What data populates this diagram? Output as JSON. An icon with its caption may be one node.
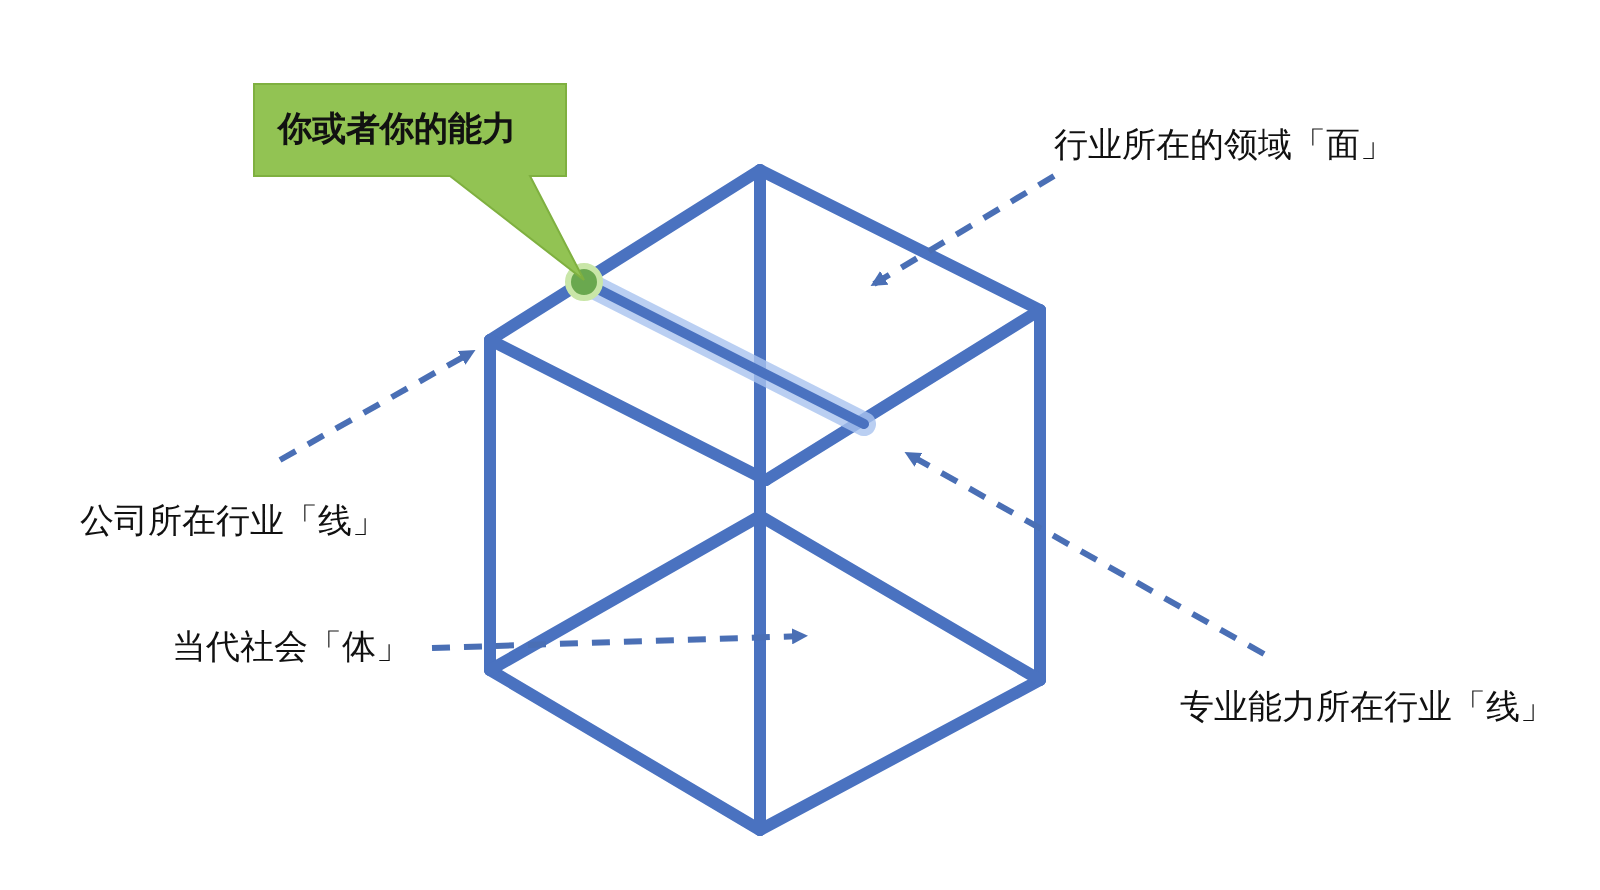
{
  "diagram": {
    "nodes": [
      {
        "text": [
          "你或者你的能力"
        ]
      },
      {
        "text": [
          "行业所在的领域「面」"
        ]
      },
      {
        "text": [
          "公司所在行业「线」"
        ]
      },
      {
        "text": [
          "当代社会「体」"
        ]
      },
      {
        "text": [
          "专业能力所在行业「线」"
        ]
      }
    ],
    "edges": [
      {
        "from": 1,
        "to": null,
        "arrow": "to",
        "style": "dashed"
      },
      {
        "from": 2,
        "to": null,
        "arrow": "to",
        "style": "dashed"
      },
      {
        "from": 3,
        "to": null,
        "arrow": "to",
        "style": "dashed"
      },
      {
        "from": 4,
        "to": null,
        "arrow": "to",
        "style": "dashed"
      }
    ]
  }
}
